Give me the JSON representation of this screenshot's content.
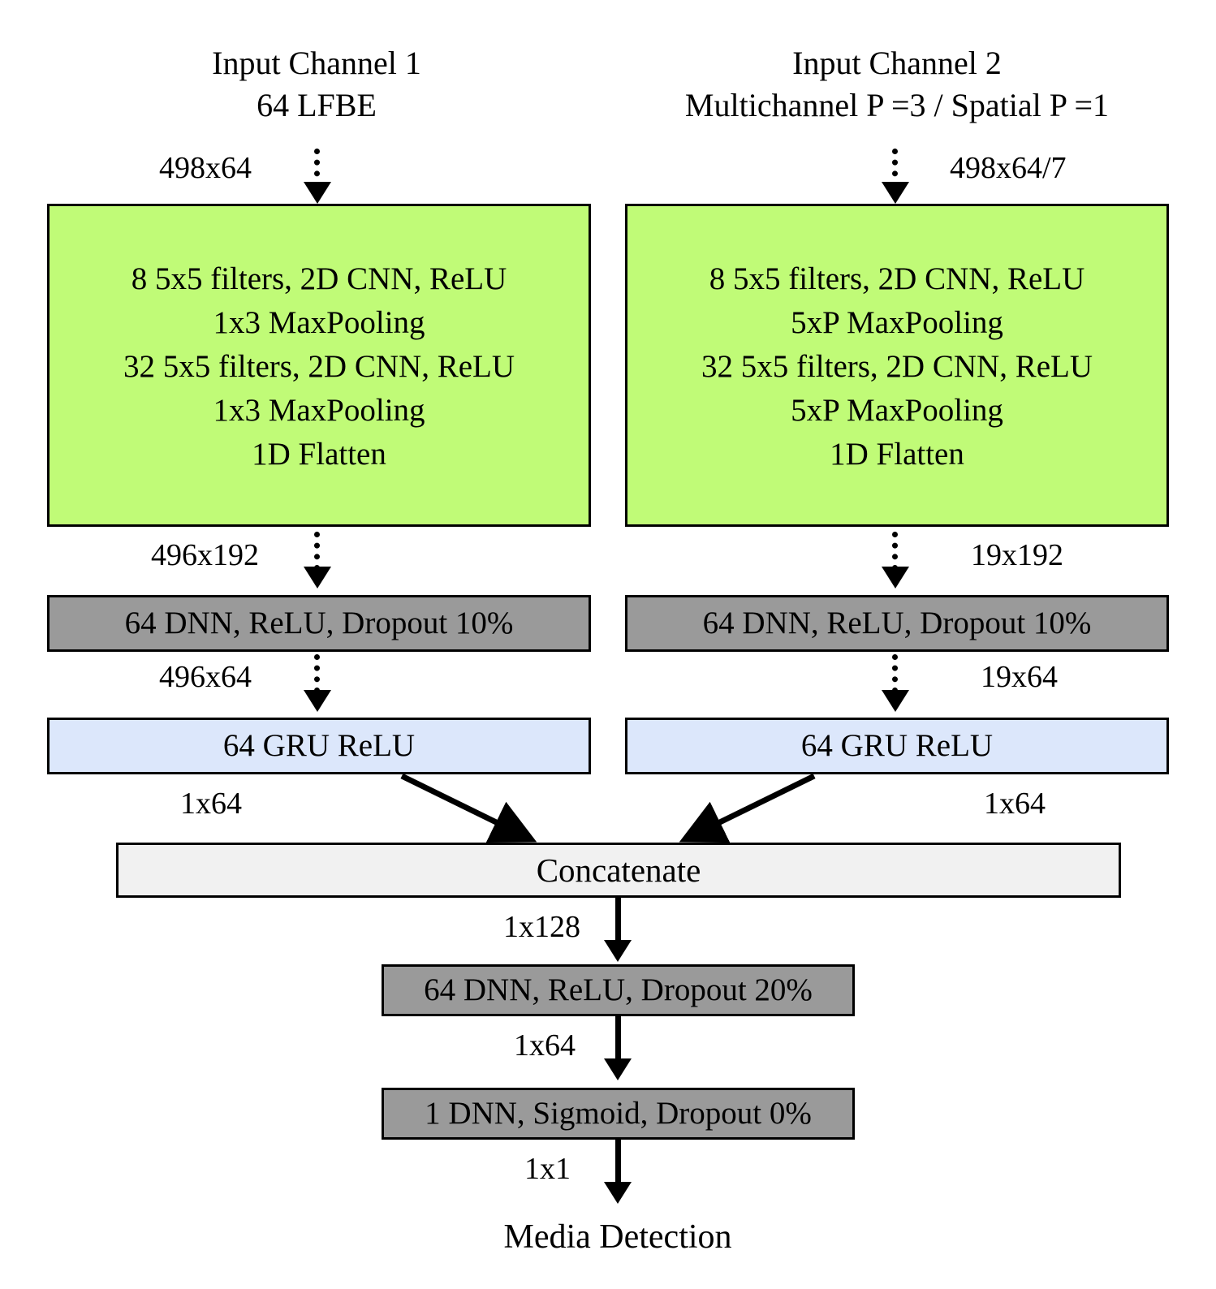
{
  "diagram": {
    "title_hidden": "Two-channel CNN-GRU media detection network",
    "inputs": [
      {
        "line1": "Input Channel 1",
        "line2": "64 LFBE"
      },
      {
        "line1": "Input Channel 2",
        "line2": "Multichannel  P =3 / Spatial P =1"
      }
    ],
    "edge_labels": {
      "input_left": "498x64",
      "input_right": "498x64/7",
      "cnn_out_left": "496x192",
      "cnn_out_right": "19x192",
      "dnn_out_left": "496x64",
      "dnn_out_right": "19x64",
      "gru_out_left": "1x64",
      "gru_out_right": "1x64",
      "concat_out": "1x128",
      "dense_out": "1x64",
      "sigmoid_out": "1x1"
    },
    "blocks": {
      "cnn_left": "8 5x5 filters, 2D CNN, ReLU\n1x3 MaxPooling\n32 5x5 filters, 2D CNN, ReLU\n1x3 MaxPooling\n1D Flatten",
      "cnn_right": "8 5x5 filters, 2D CNN, ReLU\n5xP MaxPooling\n32 5x5 filters, 2D CNN, ReLU\n5xP MaxPooling\n1D Flatten",
      "dnn_left": "64 DNN, ReLU, Dropout 10%",
      "dnn_right": "64 DNN, ReLU, Dropout 10%",
      "gru_left": "64 GRU ReLU",
      "gru_right": "64 GRU ReLU",
      "concatenate": "Concatenate",
      "dense_head": "64 DNN, ReLU, Dropout 20%",
      "sigmoid_head": "1 DNN, Sigmoid, Dropout 0%"
    },
    "output": "Media Detection",
    "colors": {
      "cnn_block": "#c0fb77",
      "dnn_block": "#9a9a9a",
      "gru_block": "#dce7fb",
      "concat_block": "#f1f1f1",
      "stroke": "#000000",
      "background": "#ffffff"
    }
  }
}
